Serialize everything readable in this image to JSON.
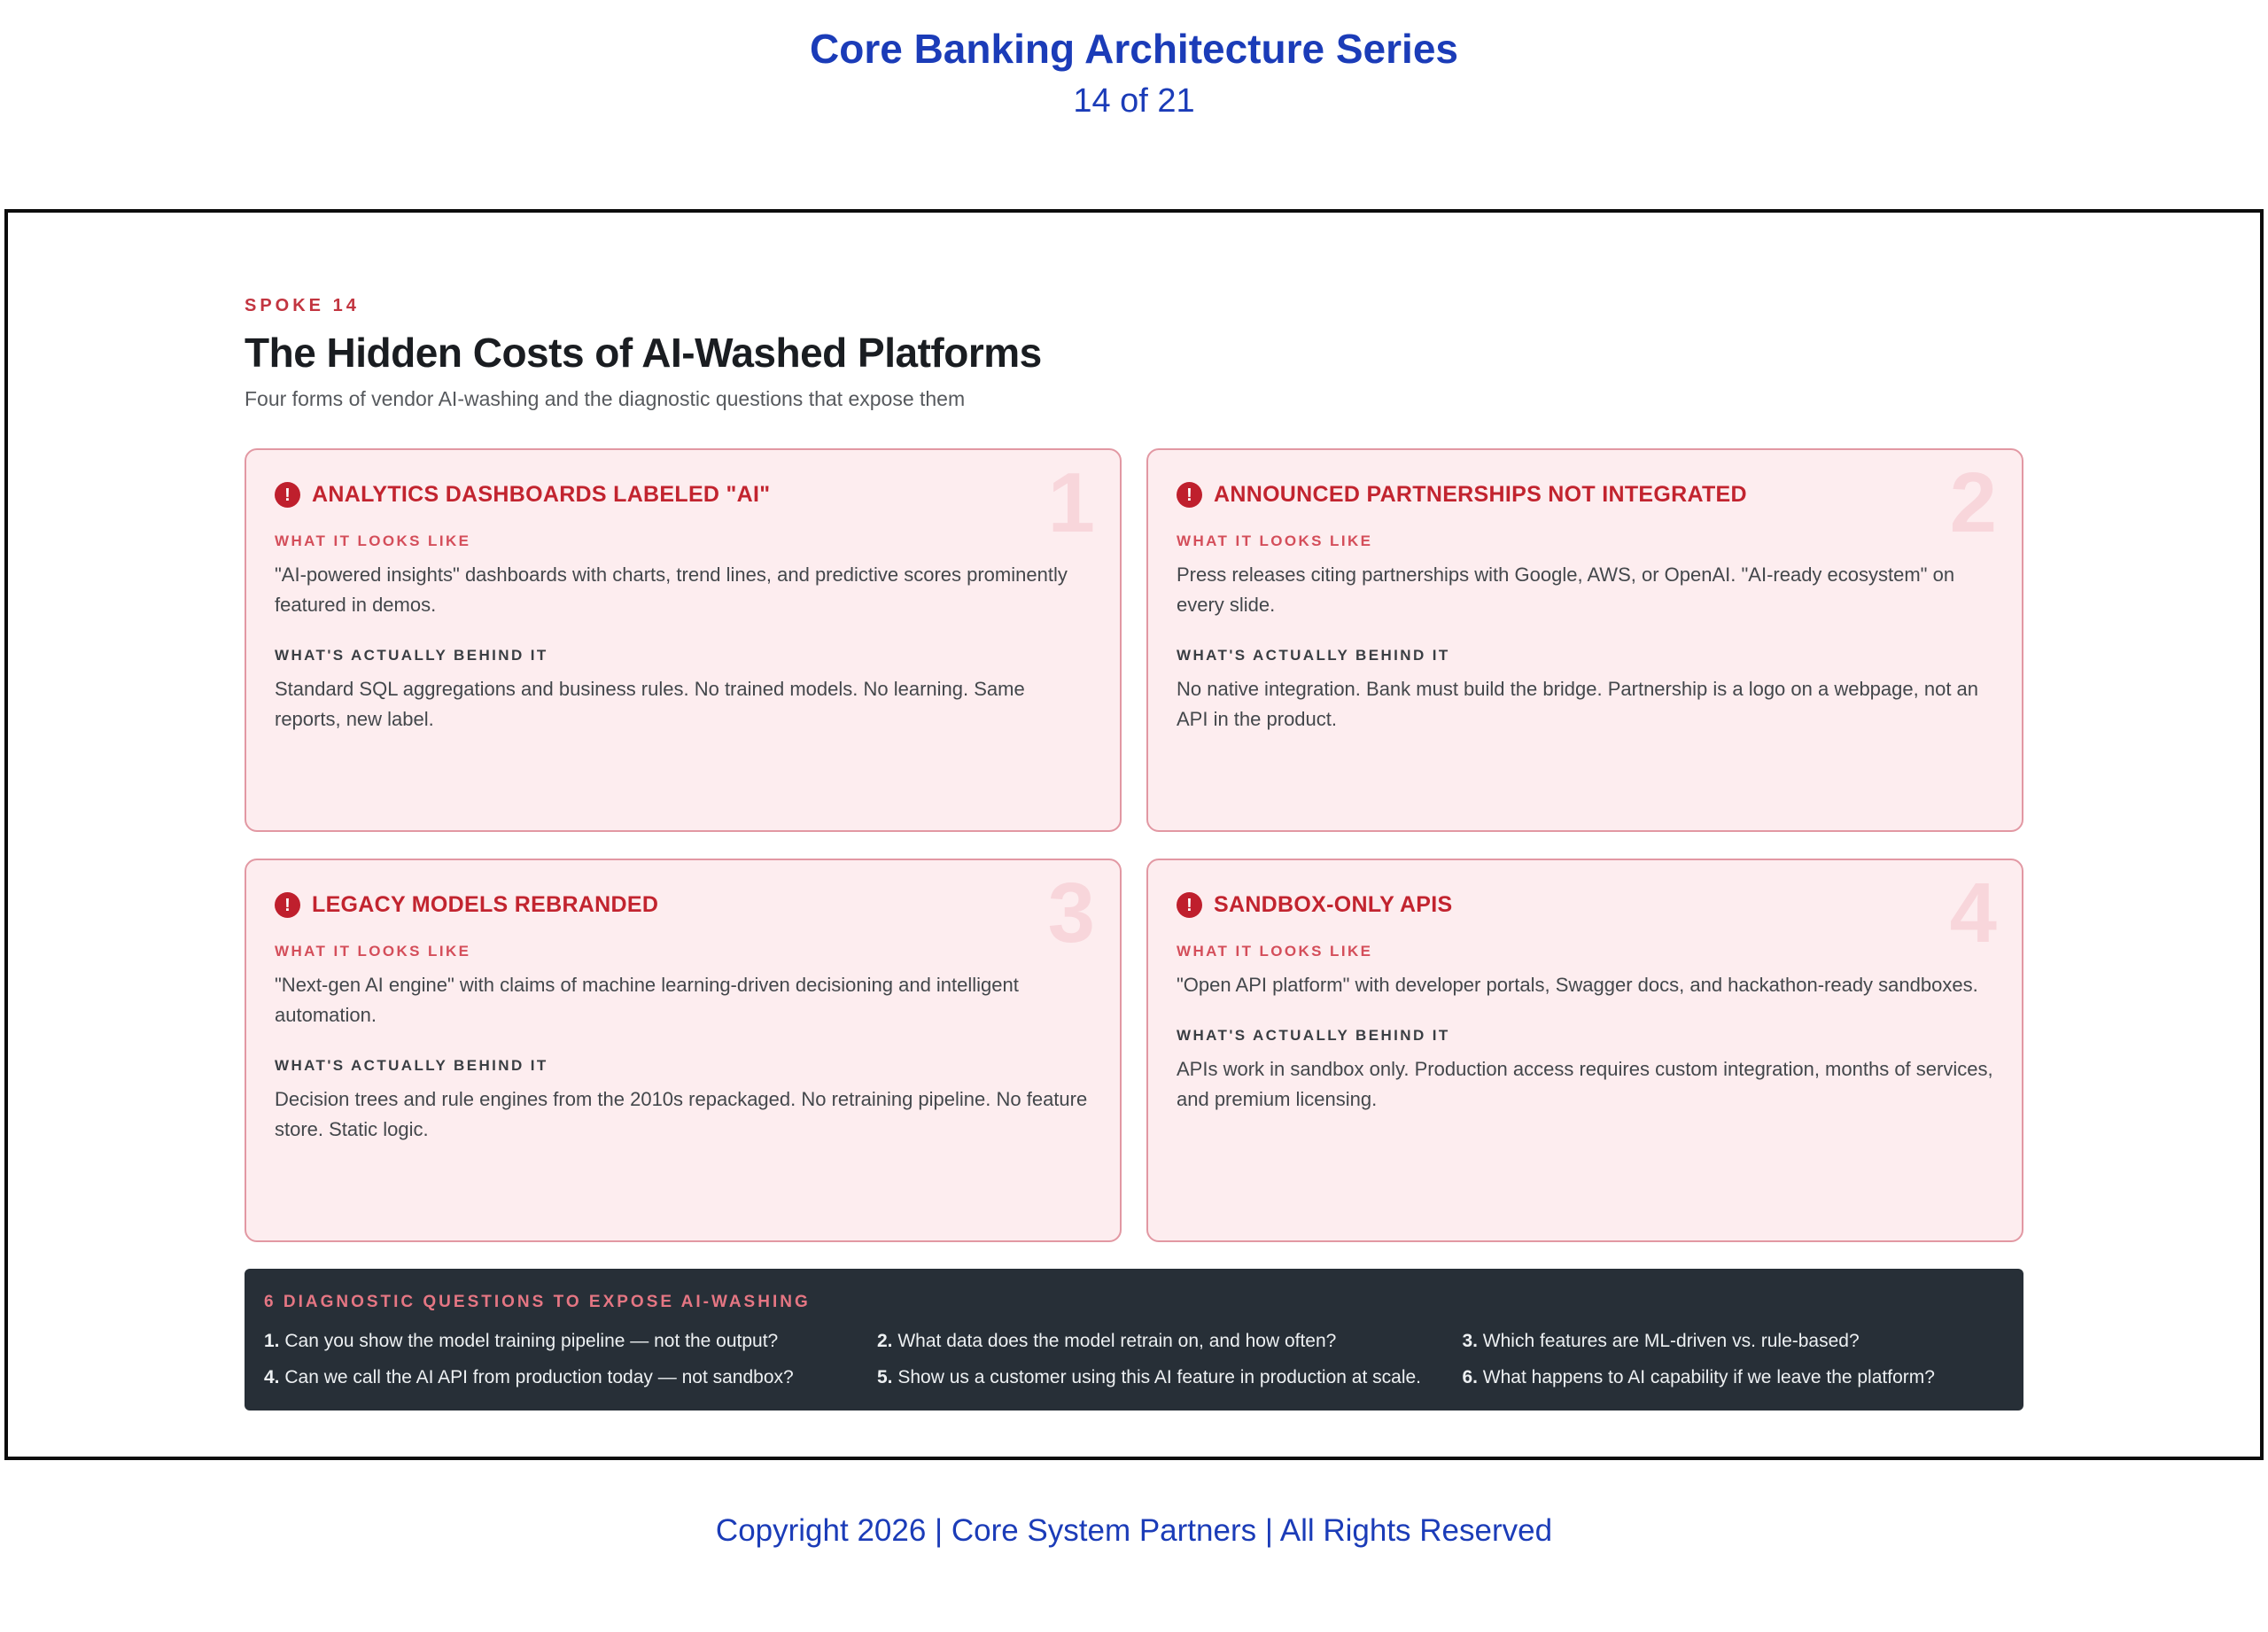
{
  "header": {
    "series_title": "Core Banking Architecture Series",
    "page_indicator": "14 of 21"
  },
  "slide": {
    "spoke_label": "SPOKE 14",
    "title": "The Hidden Costs of AI-Washed Platforms",
    "subtitle": "Four forms of vendor AI-washing and the diagnostic questions that expose them"
  },
  "labels": {
    "looks": "WHAT IT LOOKS LIKE",
    "behind": "WHAT'S ACTUALLY BEHIND IT"
  },
  "icons": {
    "alert": "!"
  },
  "cards": [
    {
      "number": "1",
      "title": "ANALYTICS DASHBOARDS LABELED \"AI\"",
      "looks_text": "\"AI-powered insights\" dashboards with charts, trend lines, and predictive scores prominently featured in demos.",
      "behind_text": "Standard SQL aggregations and business rules. No trained models. No learning. Same reports, new label."
    },
    {
      "number": "2",
      "title": "ANNOUNCED PARTNERSHIPS NOT INTEGRATED",
      "looks_text": "Press releases citing partnerships with Google, AWS, or OpenAI. \"AI-ready ecosystem\" on every slide.",
      "behind_text": "No native integration. Bank must build the bridge. Partnership is a logo on a webpage, not an API in the product."
    },
    {
      "number": "3",
      "title": "LEGACY MODELS REBRANDED",
      "looks_text": "\"Next-gen AI engine\" with claims of machine learning-driven decisioning and intelligent automation.",
      "behind_text": "Decision trees and rule engines from the 2010s repackaged. No retraining pipeline. No feature store. Static logic."
    },
    {
      "number": "4",
      "title": "SANDBOX-ONLY APIS",
      "looks_text": "\"Open API platform\" with developer portals, Swagger docs, and hackathon-ready sandboxes.",
      "behind_text": "APIs work in sandbox only. Production access requires custom integration, months of services, and premium licensing."
    }
  ],
  "questions_bar": {
    "heading": "6 DIAGNOSTIC QUESTIONS TO EXPOSE AI-WASHING",
    "questions": [
      {
        "num": "1.",
        "text": "Can you show the model training pipeline — not the output?"
      },
      {
        "num": "2.",
        "text": "What data does the model retrain on, and how often?"
      },
      {
        "num": "3.",
        "text": "Which features are ML-driven vs. rule-based?"
      },
      {
        "num": "4.",
        "text": "Can we call the AI API from production today — not sandbox?"
      },
      {
        "num": "5.",
        "text": "Show us a customer using this AI feature in production at scale."
      },
      {
        "num": "6.",
        "text": "What happens to AI capability if we leave the platform?"
      }
    ]
  },
  "footer": {
    "copyright": "Copyright 2026 | Core System Partners | All Rights Reserved"
  },
  "colors": {
    "accent_blue": "#1b3cb8",
    "alert_red": "#bf1f2d",
    "card_title_red": "#c2242f",
    "card_background": "#fdedef",
    "card_border": "#e298a3",
    "bar_background": "#272f37",
    "bar_heading_pink": "#e57683"
  }
}
